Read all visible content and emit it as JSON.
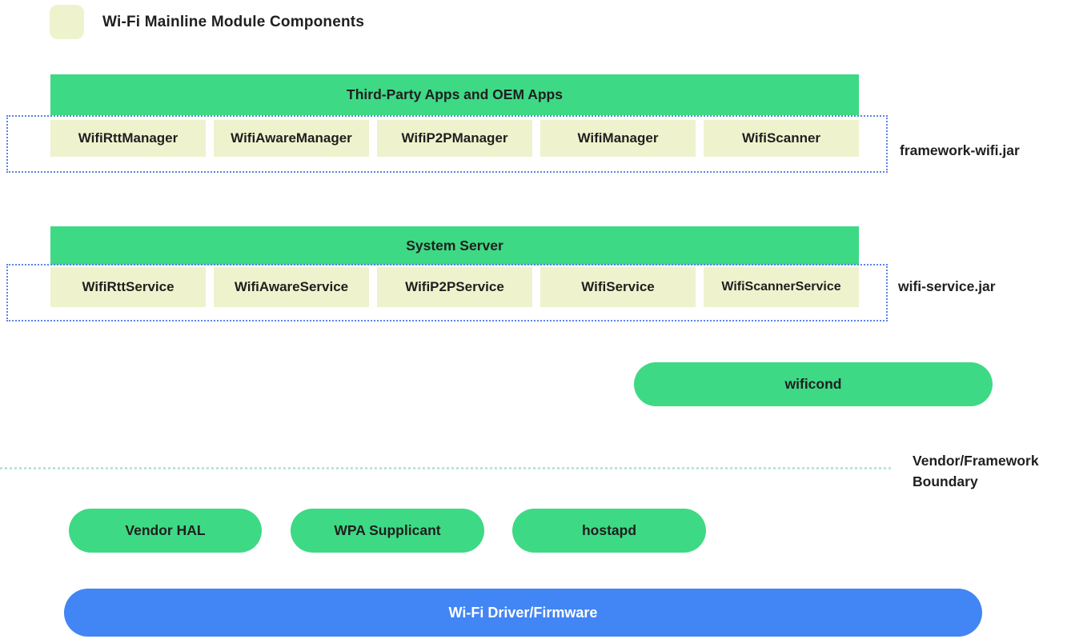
{
  "title": "Wi-Fi Mainline Module Components",
  "colors": {
    "green": "#3ed985",
    "pale_module": "#eef3cd",
    "driver_blue": "#4285f4",
    "dotted_border_blue": "#5b83ea",
    "boundary_line_green": "#b9e7d1",
    "text": "#1f1f1f"
  },
  "framework_group": {
    "header": "Third-Party Apps and OEM Apps",
    "items": [
      "WifiRttManager",
      "WifiAwareManager",
      "WifiP2PManager",
      "WifiManager",
      "WifiScanner"
    ],
    "jar_label": "framework-wifi.jar"
  },
  "service_group": {
    "header": "System Server",
    "items": [
      "WifiRttService",
      "WifiAwareService",
      "WifiP2PService",
      "WifiService",
      "WifiScannerService"
    ],
    "jar_label": "wifi-service.jar"
  },
  "wificond_label": "wificond",
  "boundary_label": "Vendor/Framework Boundary",
  "vendor_components": [
    "Vendor HAL",
    "WPA Supplicant",
    "hostapd"
  ],
  "driver_label": "Wi-Fi Driver/Firmware"
}
